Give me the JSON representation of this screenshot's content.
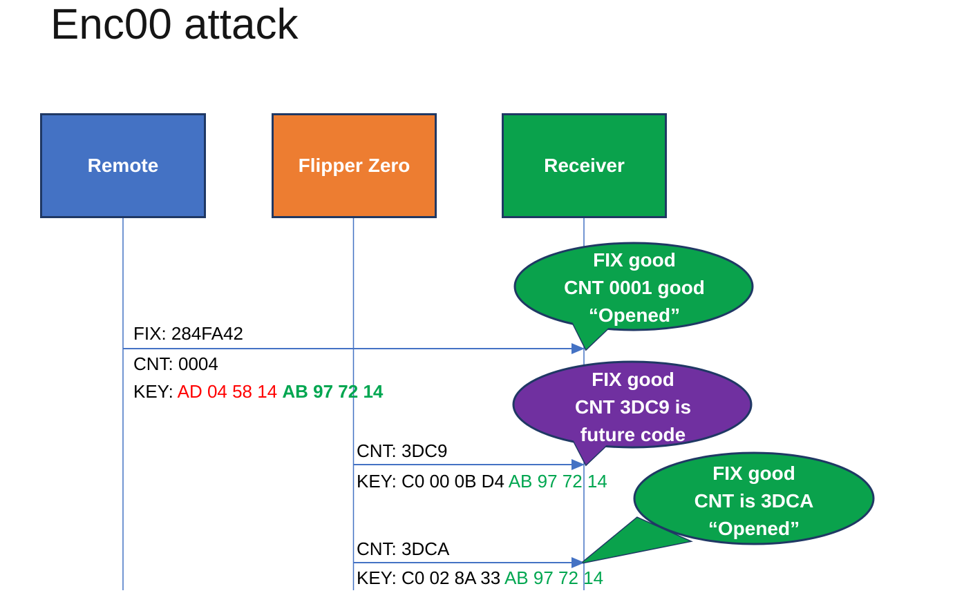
{
  "title": "Enc00 attack",
  "colors": {
    "actor_blue": "#4472C4",
    "actor_orange": "#ED7D31",
    "actor_green": "#0AA24C",
    "bubble_green": "#0AA24C",
    "bubble_purple": "#7030A0",
    "outline_navy": "#1F3864",
    "arrow_blue": "#4472C4",
    "key_red": "#FF0000",
    "key_green": "#00A650"
  },
  "actors": [
    {
      "label": "Remote",
      "color_key": "actor_blue"
    },
    {
      "label": "Flipper Zero",
      "color_key": "actor_orange"
    },
    {
      "label": "Receiver",
      "color_key": "actor_green"
    }
  ],
  "messages": [
    {
      "from": "Remote",
      "to": "Receiver",
      "line_above": "FIX: 284FA42",
      "line_below": "CNT: 0004",
      "key_segments": [
        {
          "text": "KEY: "
        },
        {
          "text": "AD 04 58 14 ",
          "color_key": "key_red"
        },
        {
          "text": "AB 97 72 14",
          "color_key": "key_green",
          "bold": true
        }
      ]
    },
    {
      "from": "Flipper Zero",
      "to": "Receiver",
      "line_above": "CNT: 3DC9",
      "key_segments": [
        {
          "text": "KEY: C0 00 0B D4 "
        },
        {
          "text": "AB 97 72 14",
          "color_key": "key_green"
        }
      ]
    },
    {
      "from": "Flipper Zero",
      "to": "Receiver",
      "line_above": "CNT: 3DCA",
      "key_segments": [
        {
          "text": "KEY: C0 02 8A 33 "
        },
        {
          "text": "AB 97 72 14",
          "color_key": "key_green"
        }
      ]
    }
  ],
  "bubbles": [
    {
      "color_key": "bubble_green",
      "lines": [
        "FIX good",
        "CNT 0001 good",
        "“Opened”"
      ]
    },
    {
      "color_key": "bubble_purple",
      "lines": [
        "FIX good",
        "CNT 3DC9 is",
        "future code"
      ]
    },
    {
      "color_key": "bubble_green",
      "lines": [
        "FIX good",
        "CNT is 3DCA",
        "“Opened”"
      ]
    }
  ]
}
